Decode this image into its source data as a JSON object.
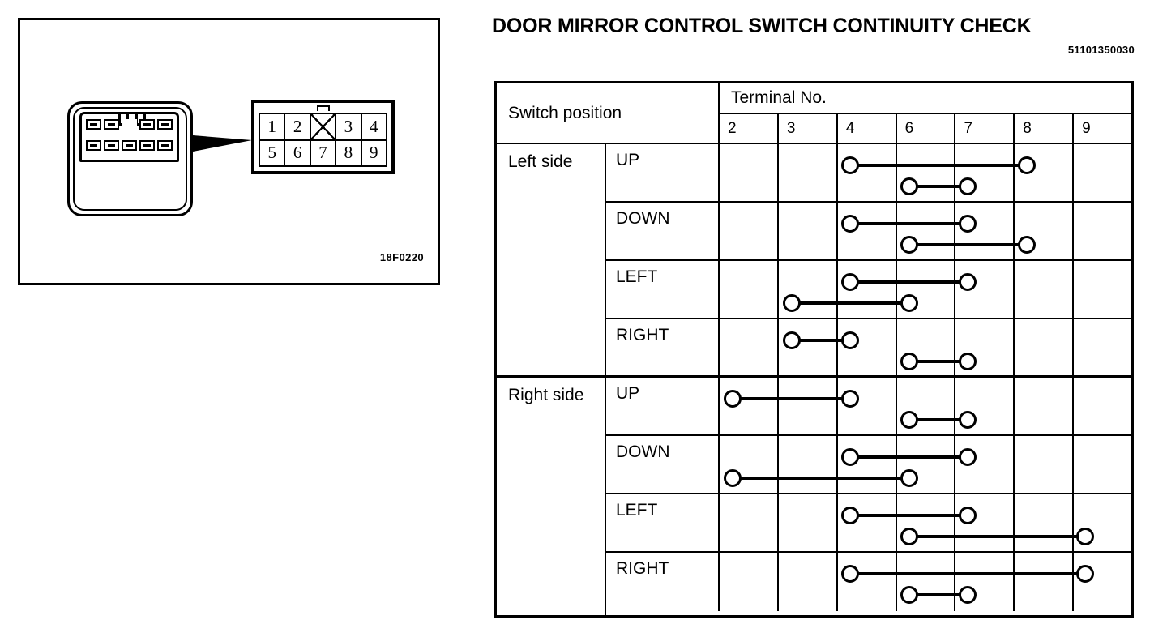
{
  "figure": {
    "code": "18F0220",
    "pinout": {
      "top_row": [
        "1",
        "2",
        "",
        "3",
        "4"
      ],
      "bottom_row": [
        "5",
        "6",
        "7",
        "8",
        "9"
      ],
      "blank_pin_index": 2
    }
  },
  "header": {
    "title": "DOOR MIRROR CONTROL SWITCH CONTINUITY CHECK",
    "doc_number": "51101350030"
  },
  "table": {
    "col_switch_position": "Switch position",
    "col_terminal_no": "Terminal No.",
    "terminals": [
      "2",
      "3",
      "4",
      "6",
      "7",
      "8",
      "9"
    ],
    "groups": [
      {
        "side": "Left side",
        "rows": [
          {
            "position": "UP",
            "connections": [
              [
                "4",
                "8"
              ],
              [
                "6",
                "7"
              ]
            ]
          },
          {
            "position": "DOWN",
            "connections": [
              [
                "4",
                "7"
              ],
              [
                "6",
                "8"
              ]
            ]
          },
          {
            "position": "LEFT",
            "connections": [
              [
                "4",
                "7"
              ],
              [
                "3",
                "6"
              ]
            ]
          },
          {
            "position": "RIGHT",
            "connections": [
              [
                "3",
                "4"
              ],
              [
                "6",
                "7"
              ]
            ]
          }
        ]
      },
      {
        "side": "Right side",
        "rows": [
          {
            "position": "UP",
            "connections": [
              [
                "2",
                "4"
              ],
              [
                "6",
                "7"
              ]
            ]
          },
          {
            "position": "DOWN",
            "connections": [
              [
                "4",
                "7"
              ],
              [
                "2",
                "6"
              ]
            ]
          },
          {
            "position": "LEFT",
            "connections": [
              [
                "4",
                "7"
              ],
              [
                "6",
                "9"
              ]
            ]
          },
          {
            "position": "RIGHT",
            "connections": [
              [
                "4",
                "9"
              ],
              [
                "6",
                "7"
              ]
            ]
          }
        ]
      }
    ]
  }
}
